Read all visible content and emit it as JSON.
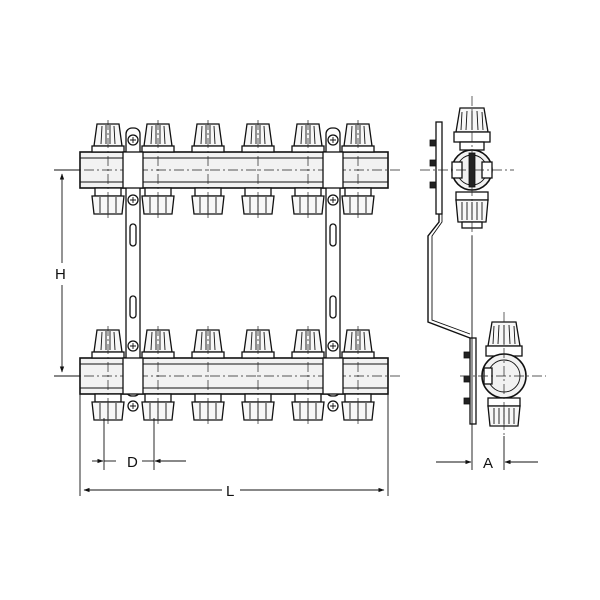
{
  "dimensions": {
    "height_label": "H",
    "length_label": "L",
    "spacing_label": "D",
    "depth_label": "A"
  },
  "front_view": {
    "manifolds": 2,
    "ports_per_manifold": 6
  },
  "colors": {
    "line": "#111111",
    "pipe_fill": "#f2f2f2",
    "background": "#ffffff"
  }
}
